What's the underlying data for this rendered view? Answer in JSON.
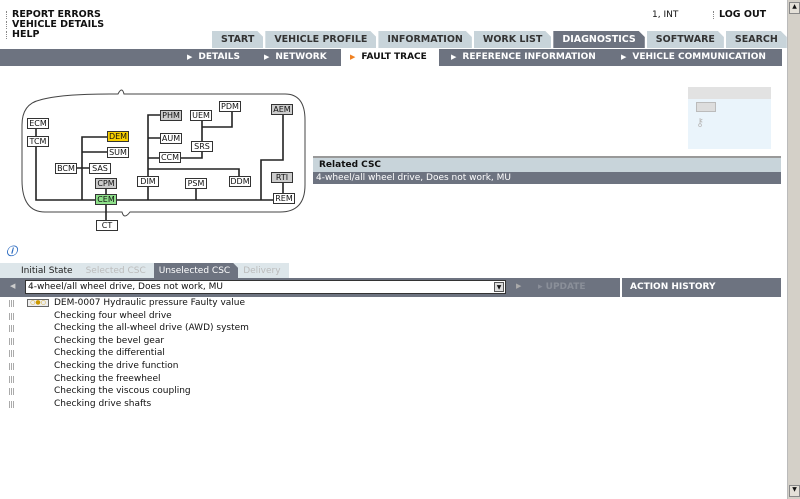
{
  "top_links": [
    "REPORT ERRORS",
    "VEHICLE DETAILS",
    "HELP"
  ],
  "user": "1, INT",
  "logout": "LOG OUT",
  "main_tabs": [
    {
      "label": "START"
    },
    {
      "label": "VEHICLE PROFILE"
    },
    {
      "label": "INFORMATION"
    },
    {
      "label": "WORK LIST"
    },
    {
      "label": "DIAGNOSTICS",
      "active": true
    },
    {
      "label": "SOFTWARE"
    },
    {
      "label": "SEARCH"
    }
  ],
  "sub_tabs": [
    {
      "label": "DETAILS"
    },
    {
      "label": "NETWORK"
    },
    {
      "label": "FAULT TRACE",
      "active": true
    },
    {
      "label": "REFERENCE INFORMATION"
    },
    {
      "label": "VEHICLE COMMUNICATION"
    }
  ],
  "network": {
    "nodes": {
      "ecm": "ECM",
      "tcm": "TCM",
      "dem": "DEM",
      "sum": "SUM",
      "bcm": "BCM",
      "sas": "SAS",
      "cpm": "CPM",
      "cem": "CEM",
      "ct": "CT",
      "phm": "PHM",
      "aum": "AUM",
      "ccm": "CCM",
      "uem": "UEM",
      "srs": "SRS",
      "pdm": "PDM",
      "dim": "DIM",
      "psm": "PSM",
      "ddm": "DDM",
      "aem": "AEM",
      "rti": "RTI",
      "rem": "REM"
    }
  },
  "related": {
    "title": "Related CSC",
    "selected": "4-wheel/all wheel drive, Does not work, MU"
  },
  "state_tabs": [
    {
      "label": "Initial State"
    },
    {
      "label": "Selected CSC"
    },
    {
      "label": "Unselected CSC",
      "active": true
    },
    {
      "label": "Delivery"
    }
  ],
  "toolbar": {
    "select_value": "4-wheel/all wheel drive, Does not work, MU",
    "update": "UPDATE"
  },
  "action_history": "ACTION HISTORY",
  "list": [
    "DEM-0007 Hydraulic pressure Faulty value",
    "Checking four wheel drive",
    "Checking the all-wheel drive (AWD) system",
    "Checking the bevel gear",
    "Checking the differential",
    "Checking the drive function",
    "Checking the freewheel",
    "Checking the viscous coupling",
    "Checking drive shafts"
  ],
  "colors": {
    "bar": "#6d7380",
    "tab": "#c8d4da",
    "accent": "#f08020",
    "fault": "#f8d000",
    "ok": "#8ee08a"
  }
}
